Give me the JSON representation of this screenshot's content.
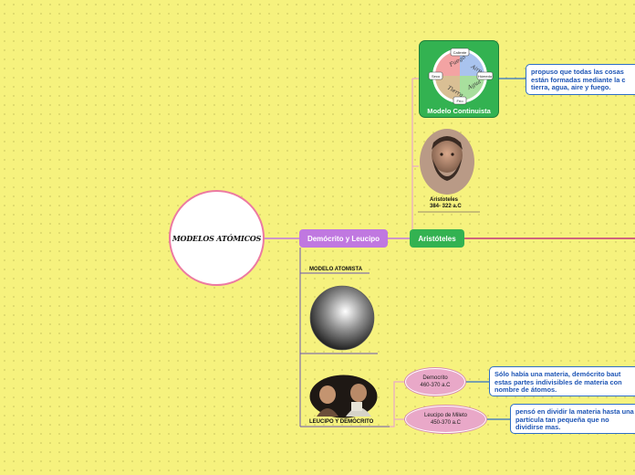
{
  "central": {
    "title": "MODELOS ATÓMICOS"
  },
  "branches": {
    "democrito_leucipo": "Demócrito y Leucipo",
    "aristoteles": "Aristóteles"
  },
  "aristoteles": {
    "card_title": "Modelo Continuista",
    "wheel": {
      "top": "Caliente",
      "left": "Seco",
      "right": "Húmedo",
      "bottom": "Frío",
      "q_tl": "Fuego",
      "q_tr": "Aire",
      "q_bl": "Tierra",
      "q_br": "Agua"
    },
    "note": "propuso que todas las cosas están formadas mediante la c tierra, agua, aire y fuego.",
    "portrait_name": "Aristoteles",
    "portrait_years": "384- 322 a.C"
  },
  "democrito": {
    "model_label": "MODELO ATOMISTA",
    "portraits_label": "LEUCIPO Y DEMÓCRITO",
    "node1_name": "Democrito",
    "node1_years": "460-370 a.C",
    "node2_name": "Leucipo de Mileto",
    "node2_years": "450-370 a.C",
    "note1": "Sólo había una materia, demócrito baut estas partes indivisibles de materia con nombre de átomos.",
    "note2": "pensó en dividir la materia hasta una partícula tan pequeña que no dividirse mas."
  },
  "colors": {
    "background": "#f6f27e",
    "central_border": "#ec7aa2",
    "purple": "#c078e0",
    "green": "#33b251",
    "note_border": "#2f6fc7",
    "pink": "#e9a8c8"
  }
}
